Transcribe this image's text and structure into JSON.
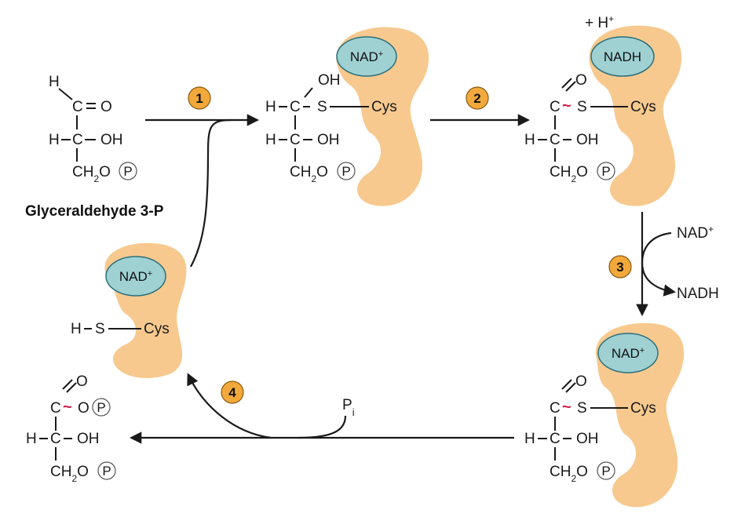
{
  "colors": {
    "enzyme": "#f7c98f",
    "cofactor": "#9fd1d3",
    "badge": "#f2a93b",
    "thioester_tilde": "#d0204a"
  },
  "title_label": "Glyceraldehyde 3-P",
  "steps": [
    "1",
    "2",
    "3",
    "4"
  ],
  "cofactors": {
    "nad_plus": "NAD",
    "nadh": "NADH",
    "plus_sign": "+",
    "h_plus": "+ H"
  },
  "atoms": {
    "H": "H",
    "C": "C",
    "O": "O",
    "OH": "OH",
    "S": "S",
    "Cys": "Cys",
    "CH2O": "CH",
    "sub2": "2",
    "O_after": "O",
    "P": "P",
    "Pi": "P",
    "i": "i"
  },
  "side": {
    "nad_in": "NAD",
    "nadh_out": "NADH"
  }
}
